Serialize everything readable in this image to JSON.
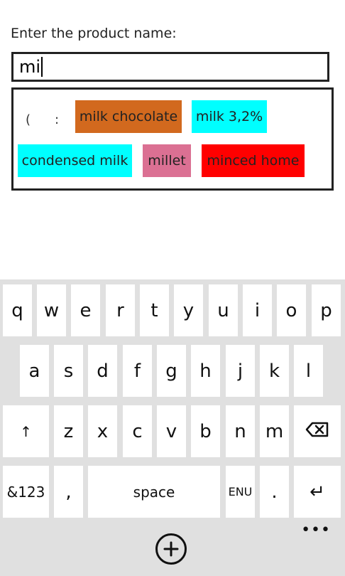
{
  "prompt_label": "Enter the product name:",
  "search_value": "mi",
  "suggestions_misc": [
    "(",
    ":"
  ],
  "suggestions": [
    {
      "label": "milk chocolate",
      "color": "#d2691e"
    },
    {
      "label": "milk 3,2%",
      "color": "#00ffff"
    },
    {
      "label": "condensed milk",
      "color": "#00ffff"
    },
    {
      "label": "millet",
      "color": "#db7093"
    },
    {
      "label": "minced home",
      "color": "#ff0000"
    }
  ],
  "keyboard": {
    "row1": [
      "q",
      "w",
      "e",
      "r",
      "t",
      "y",
      "u",
      "i",
      "o",
      "p"
    ],
    "row2": [
      "a",
      "s",
      "d",
      "f",
      "g",
      "h",
      "j",
      "k",
      "l"
    ],
    "row3": [
      "z",
      "x",
      "c",
      "v",
      "b",
      "n",
      "m"
    ],
    "shift": "↑",
    "backspace_icon": "backspace-icon",
    "numbers": "&123",
    "comma": ",",
    "space": "space",
    "lang": "ENU",
    "period": ".",
    "enter": "↵",
    "more": "•••",
    "plus_icon": "plus-circle-icon"
  }
}
